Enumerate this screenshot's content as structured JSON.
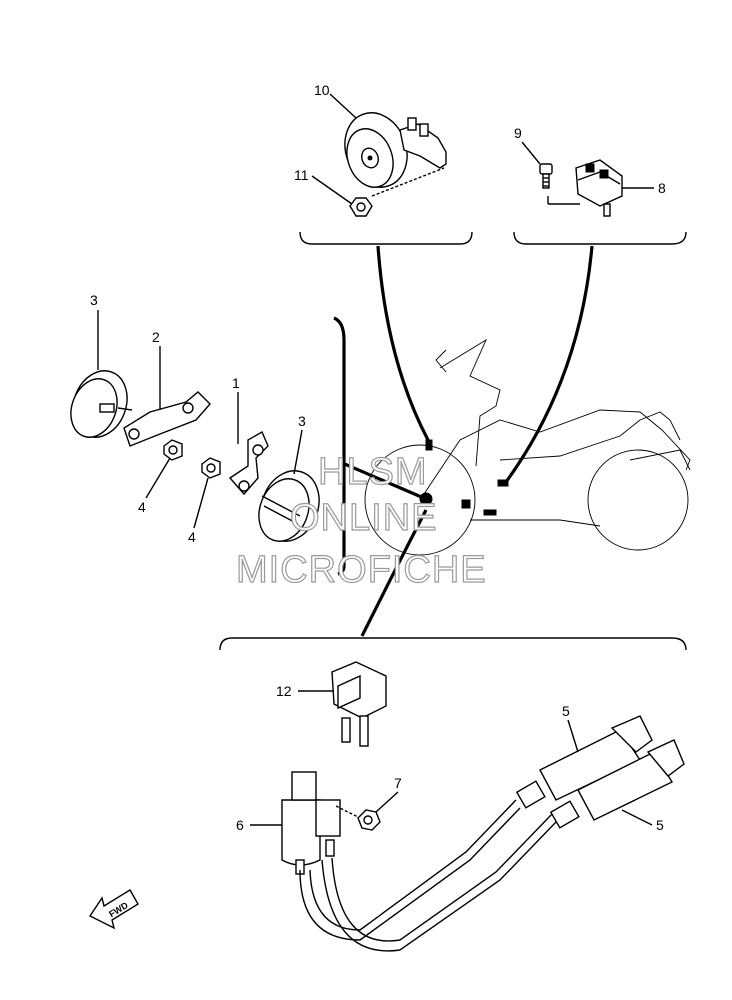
{
  "watermark": {
    "line1": "HLSM",
    "line2": "ONLINE",
    "line3": "MICROFICHE"
  },
  "fwd_label": "FWD",
  "callouts": [
    {
      "id": "p10",
      "label": "10"
    },
    {
      "id": "p11",
      "label": "11"
    },
    {
      "id": "p9",
      "label": "9"
    },
    {
      "id": "p8",
      "label": "8"
    },
    {
      "id": "p3a",
      "label": "3"
    },
    {
      "id": "p2",
      "label": "2"
    },
    {
      "id": "p1",
      "label": "1"
    },
    {
      "id": "p3b",
      "label": "3"
    },
    {
      "id": "p4a",
      "label": "4"
    },
    {
      "id": "p4b",
      "label": "4"
    },
    {
      "id": "p12",
      "label": "12"
    },
    {
      "id": "p5a",
      "label": "5"
    },
    {
      "id": "p5b",
      "label": "5"
    },
    {
      "id": "p7",
      "label": "7"
    },
    {
      "id": "p6",
      "label": "6"
    }
  ]
}
